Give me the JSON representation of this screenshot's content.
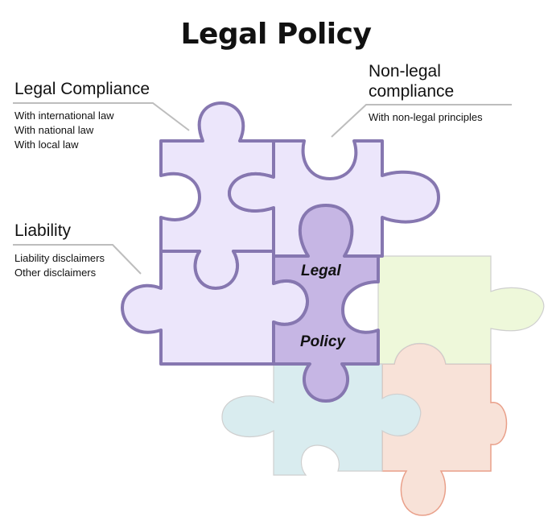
{
  "title": "Legal Policy",
  "colors": {
    "purple_fill": "#ece6fb",
    "purple_stroke": "#8677b0",
    "center_fill": "#c6b6e4",
    "green_fill": "#eef8da",
    "blue_fill": "#d9ecef",
    "peach_fill": "#f8e2d8",
    "peach_stroke": "#e9a08a",
    "leader_line": "#bdbdbd"
  },
  "blocks": {
    "legal_compliance": {
      "heading": "Legal Compliance",
      "items": [
        "With international law",
        "With national law",
        "With local law"
      ]
    },
    "non_legal_compliance": {
      "heading_line1": "Non-legal",
      "heading_line2": "compliance",
      "items": [
        "With non-legal principles"
      ]
    },
    "liability": {
      "heading": "Liability",
      "items": [
        "Liability disclaimers",
        "Other disclaimers"
      ]
    }
  },
  "center_piece": {
    "line1": "Legal",
    "line2": "Policy"
  }
}
